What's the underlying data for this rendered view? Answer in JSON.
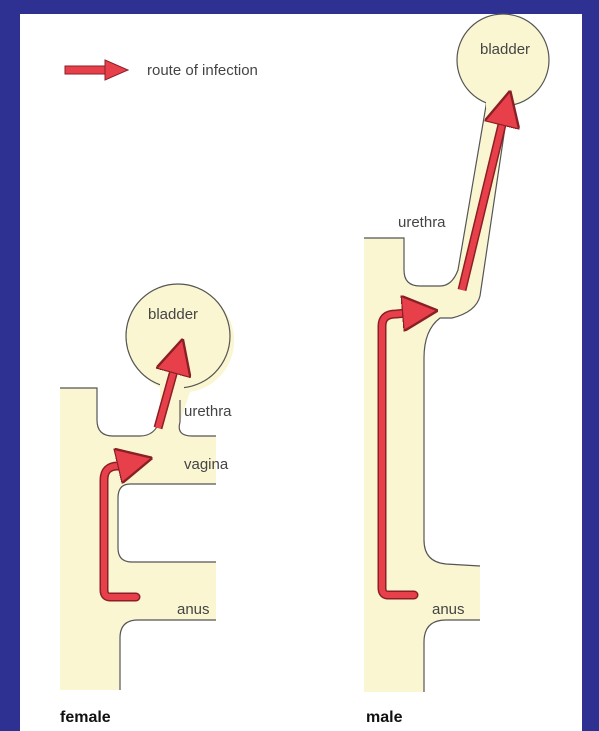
{
  "legend": {
    "label": "route of infection"
  },
  "female": {
    "caption": "female",
    "labels": {
      "bladder": "bladder",
      "urethra": "urethra",
      "vagina": "vagina",
      "anus": "anus"
    }
  },
  "male": {
    "caption": "male",
    "labels": {
      "bladder": "bladder",
      "urethra": "urethra",
      "anus": "anus"
    }
  },
  "colors": {
    "arrow": "#e8404a",
    "tissue": "#fbf6d2",
    "frame": "#2e3192"
  }
}
